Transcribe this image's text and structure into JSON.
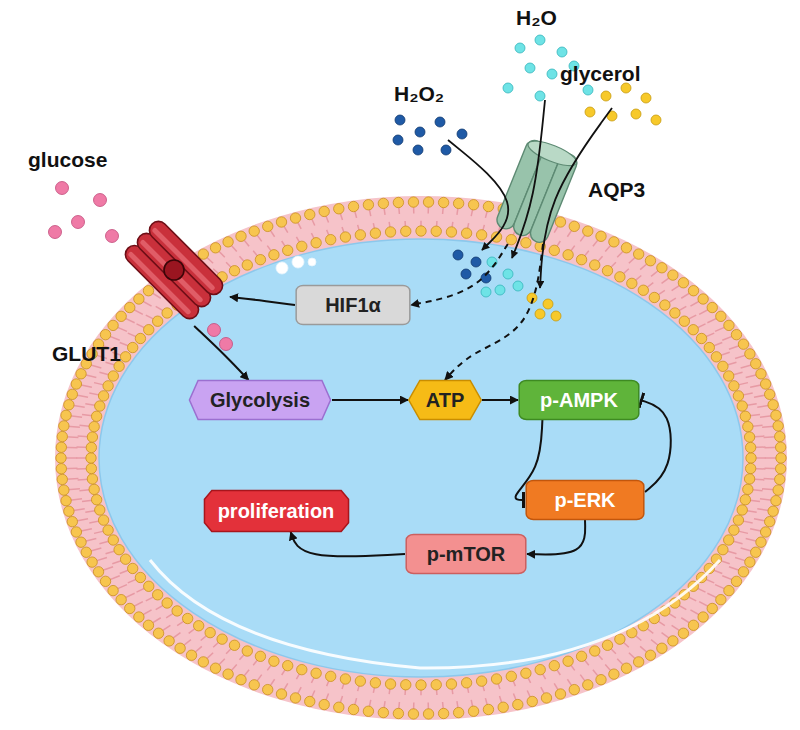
{
  "diagram": {
    "nodes": [
      {
        "text": [
          "AQP3"
        ]
      },
      {
        "text": [
          "GLUT1"
        ]
      },
      {
        "text": [
          "HIF1α"
        ]
      },
      {
        "text": [
          "Glycolysis"
        ]
      },
      {
        "text": [
          "ATP"
        ]
      },
      {
        "text": [
          "p-AMPK"
        ]
      },
      {
        "text": [
          "p-ERK"
        ]
      },
      {
        "text": [
          "p-mTOR"
        ]
      },
      {
        "text": [
          "proliferation"
        ]
      }
    ],
    "edges": [
      {
        "from": 0,
        "to": 2,
        "arrow": "to"
      },
      {
        "from": 0,
        "to": 4,
        "arrow": "to"
      },
      {
        "from": 2,
        "to": 1,
        "arrow": "to"
      },
      {
        "from": 1,
        "to": 3,
        "arrow": "to"
      },
      {
        "from": 3,
        "to": 4,
        "arrow": "to"
      },
      {
        "from": 4,
        "to": 5,
        "arrow": "to"
      },
      {
        "from": 5,
        "to": 6,
        "arrow": "to"
      },
      {
        "from": 6,
        "to": 5,
        "arrow": "to"
      },
      {
        "from": 6,
        "to": 7,
        "arrow": "to"
      },
      {
        "from": 7,
        "to": 8,
        "arrow": "to"
      }
    ],
    "labels": [
      "glucose",
      "H₂O₂",
      "H₂O",
      "glycerol"
    ]
  }
}
